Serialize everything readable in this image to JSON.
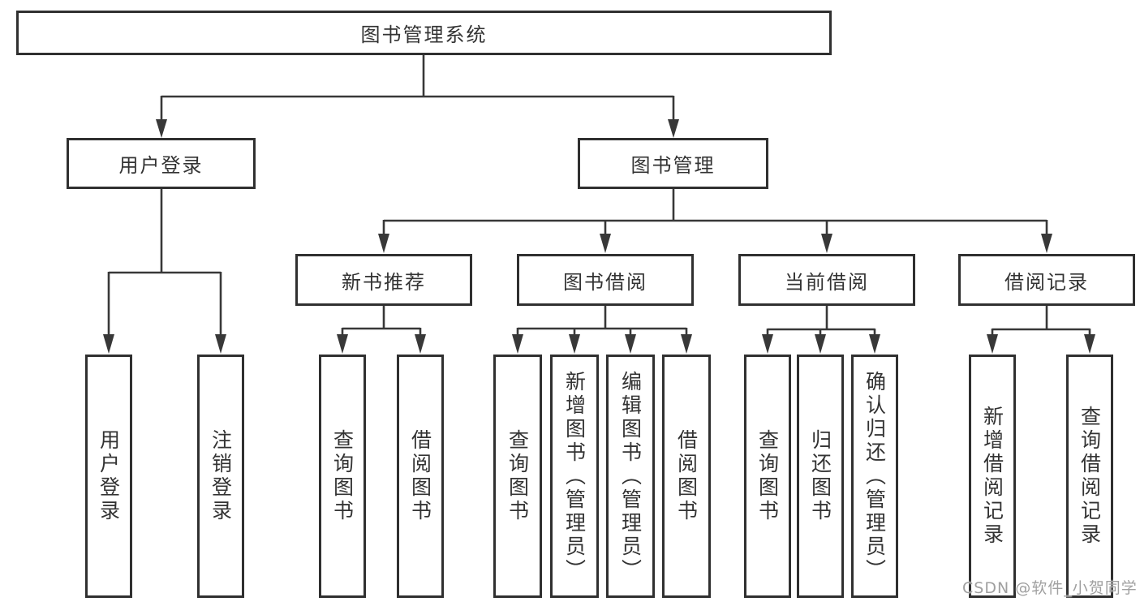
{
  "colors": {
    "background": "#ffffff",
    "line": "#383838",
    "box_border": "#303030",
    "text": "#333333",
    "watermark": "#a0a0a0"
  },
  "nodes": {
    "root": "图书管理系统",
    "user_login": "用户登录",
    "book_mgmt": "图书管理",
    "new_books": "新书推荐",
    "book_borrow": "图书借阅",
    "current_borrow": "当前借阅",
    "borrow_records": "借阅记录",
    "leaf_user_login": "用户登录",
    "leaf_logout": "注销登录",
    "leaf_nb_query": "查询图书",
    "leaf_nb_borrow": "借阅图书",
    "leaf_bb_query": "查询图书",
    "leaf_bb_add": "新增图书（管理员）",
    "leaf_bb_edit": "编辑图书（管理员）",
    "leaf_bb_borrow": "借阅图书",
    "leaf_cb_query": "查询图书",
    "leaf_cb_return": "归还图书",
    "leaf_cb_confirm": "确认归还（管理员）",
    "leaf_br_add": "新增借阅记录",
    "leaf_br_query": "查询借阅记录"
  },
  "watermark": "CSDN @软件_小贺同学"
}
